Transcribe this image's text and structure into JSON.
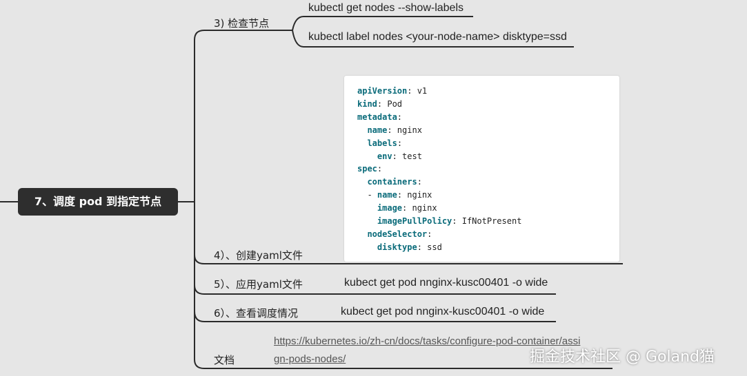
{
  "root": {
    "label": "7、调度 pod 到指定节点"
  },
  "branches": {
    "check_nodes": {
      "label": "3) 检查节点",
      "cmd1": "kubectl get nodes --show-labels",
      "cmd2": "kubectl label nodes <your-node-name> disktype=ssd"
    },
    "create_yaml": {
      "label": "4）、创建yaml文件",
      "code": [
        [
          {
            "k": "apiVersion"
          },
          {
            "t": ": v1"
          }
        ],
        [
          {
            "k": "kind"
          },
          {
            "t": ": Pod"
          }
        ],
        [
          {
            "k": "metadata"
          },
          {
            "t": ":"
          }
        ],
        [
          {
            "t": "  "
          },
          {
            "k": "name"
          },
          {
            "t": ": nginx"
          }
        ],
        [
          {
            "t": "  "
          },
          {
            "k": "labels"
          },
          {
            "t": ":"
          }
        ],
        [
          {
            "t": "    "
          },
          {
            "k": "env"
          },
          {
            "t": ": test"
          }
        ],
        [
          {
            "k": "spec"
          },
          {
            "t": ":"
          }
        ],
        [
          {
            "t": "  "
          },
          {
            "k": "containers"
          },
          {
            "t": ":"
          }
        ],
        [
          {
            "t": "  - "
          },
          {
            "k": "name"
          },
          {
            "t": ": nginx"
          }
        ],
        [
          {
            "t": "    "
          },
          {
            "k": "image"
          },
          {
            "t": ": nginx"
          }
        ],
        [
          {
            "t": "    "
          },
          {
            "k": "imagePullPolicy"
          },
          {
            "t": ": IfNotPresent"
          }
        ],
        [
          {
            "t": "  "
          },
          {
            "k": "nodeSelector"
          },
          {
            "t": ":"
          }
        ],
        [
          {
            "t": "    "
          },
          {
            "k": "disktype"
          },
          {
            "t": ": ssd"
          }
        ]
      ]
    },
    "apply_yaml": {
      "label": "5）、应用yaml文件",
      "cmd": "kubect get pod nnginx-kusc00401 -o wide"
    },
    "view_schedule": {
      "label": "6）、查看调度情况",
      "cmd": "kubect get pod nnginx-kusc00401 -o wide"
    },
    "docs": {
      "label": "文档",
      "link_line1": "https://kubernetes.io/zh-cn/docs/tasks/configure-pod-container/assi",
      "link_line2": "gn-pods-nodes/"
    }
  },
  "watermark": "掘金技术社区 @ Goland猫"
}
